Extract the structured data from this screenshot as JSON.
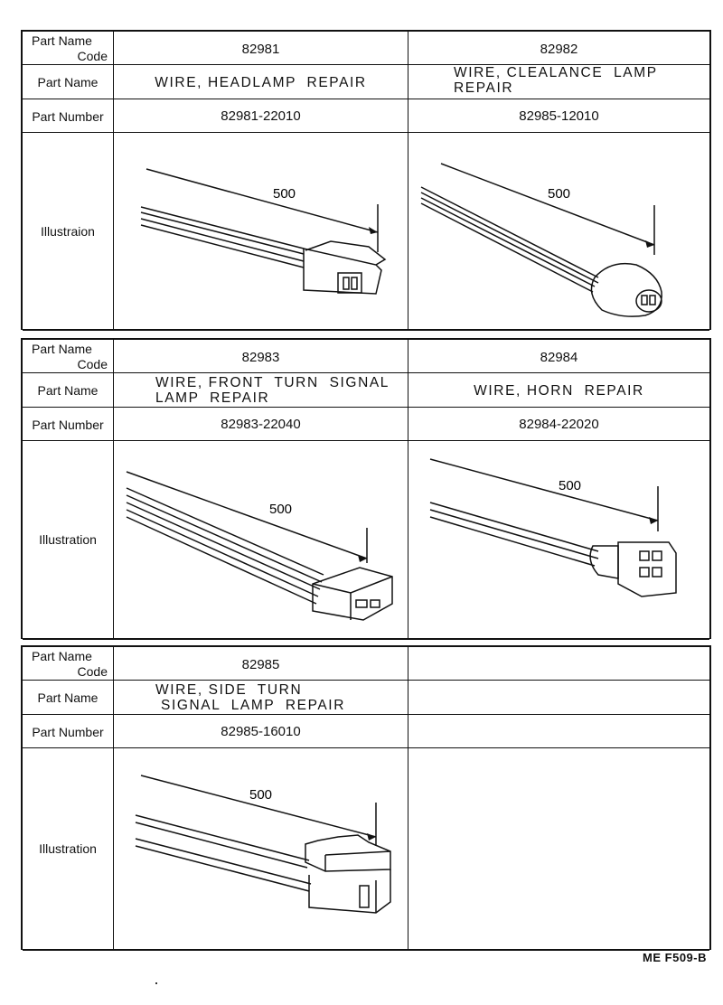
{
  "labels": {
    "name_code_line1": "Part Name",
    "name_code_line2": "Code",
    "part_name": "Part Name",
    "part_number": "Part Number",
    "illustration_misspelled": "Illustraion",
    "illustration": "Illustration"
  },
  "sections": [
    {
      "items": [
        {
          "code": "82981",
          "name_lines": [
            "WIRE, HEADLAMP  REPAIR"
          ],
          "part_number": "82981-22010",
          "dimension": "500"
        },
        {
          "code": "82982",
          "name_lines": [
            "WIRE, CLEALANCE  LAMP",
            "REPAIR"
          ],
          "part_number": "82985-12010",
          "dimension": "500"
        }
      ]
    },
    {
      "items": [
        {
          "code": "82983",
          "name_lines": [
            "WIRE, FRONT  TURN  SIGNAL",
            "LAMP  REPAIR"
          ],
          "part_number": "82983-22040",
          "dimension": "500"
        },
        {
          "code": "82984",
          "name_lines": [
            "WIRE, HORN  REPAIR"
          ],
          "part_number": "82984-22020",
          "dimension": "500"
        }
      ]
    },
    {
      "items": [
        {
          "code": "82985",
          "name_lines": [
            "WIRE, SIDE  TURN",
            "SIGNAL  LAMP  REPAIR"
          ],
          "part_number": "82985-16010",
          "dimension": "500"
        }
      ]
    }
  ],
  "footer": "ME  F509-B"
}
